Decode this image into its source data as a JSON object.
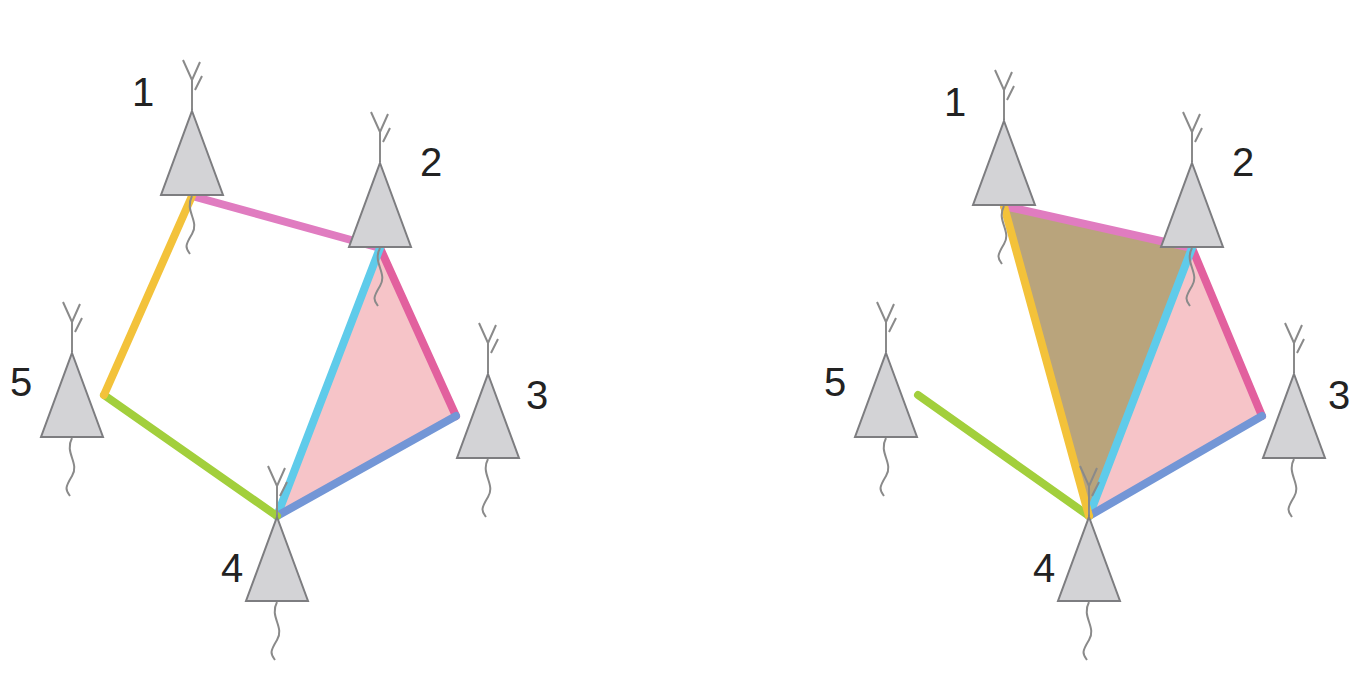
{
  "diagram": {
    "nodes": [
      {
        "text": [
          "1"
        ]
      },
      {
        "text": [
          "2"
        ]
      },
      {
        "text": [
          "3"
        ]
      },
      {
        "text": [
          "4"
        ]
      },
      {
        "text": [
          "5"
        ]
      },
      {
        "text": [
          "1"
        ]
      },
      {
        "text": [
          "2"
        ]
      },
      {
        "text": [
          "3"
        ]
      },
      {
        "text": [
          "4"
        ]
      },
      {
        "text": [
          "5"
        ]
      }
    ],
    "edges": [
      {
        "from": 0,
        "to": 1,
        "arrow": "none"
      },
      {
        "from": 1,
        "to": 2,
        "arrow": "none"
      },
      {
        "from": 1,
        "to": 3,
        "arrow": "none"
      },
      {
        "from": 2,
        "to": 3,
        "arrow": "none"
      },
      {
        "from": 3,
        "to": 4,
        "arrow": "none"
      },
      {
        "from": 4,
        "to": 0,
        "arrow": "none"
      },
      {
        "from": 5,
        "to": 6,
        "arrow": "none"
      },
      {
        "from": 6,
        "to": 7,
        "arrow": "none"
      },
      {
        "from": 6,
        "to": 8,
        "arrow": "none"
      },
      {
        "from": 7,
        "to": 8,
        "arrow": "none"
      },
      {
        "from": 8,
        "to": 9,
        "arrow": "none"
      },
      {
        "from": 5,
        "to": 8,
        "arrow": "none"
      }
    ]
  }
}
